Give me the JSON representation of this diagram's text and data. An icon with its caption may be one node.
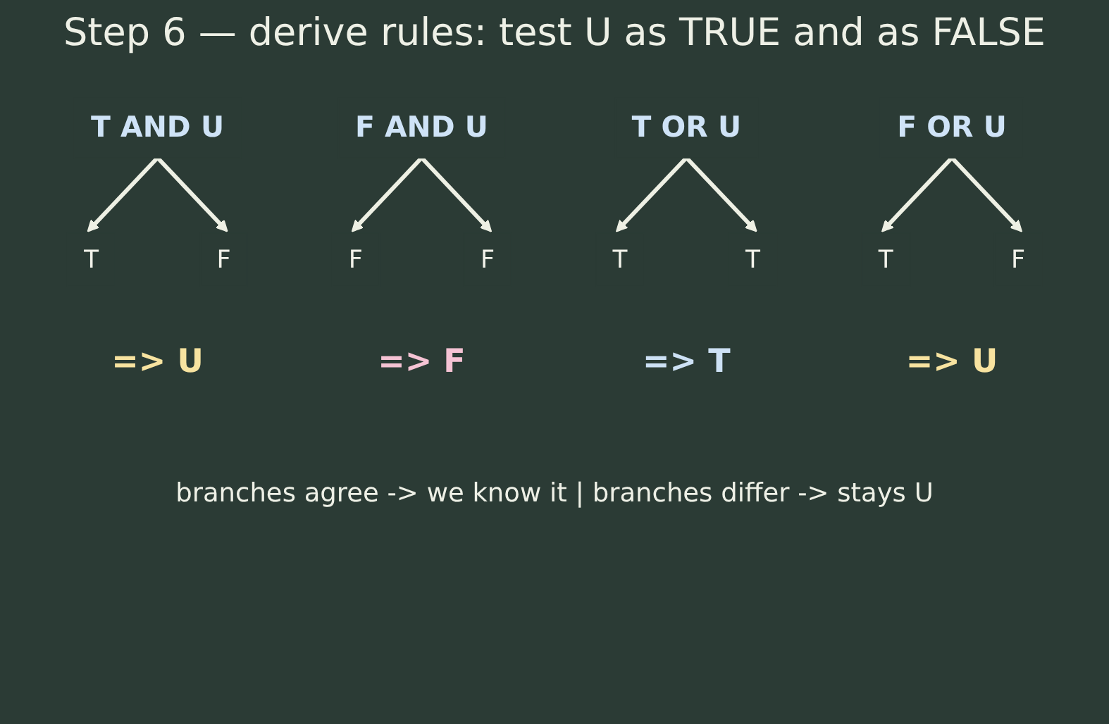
{
  "diagram": {
    "title": "Step 6 — derive rules: test U as TRUE and as FALSE",
    "nodes": [
      {
        "text": [
          "T AND U"
        ]
      },
      {
        "text": [
          "F AND U"
        ]
      },
      {
        "text": [
          "T OR U"
        ]
      },
      {
        "text": [
          "F OR U"
        ]
      },
      {
        "text": [
          "T"
        ]
      },
      {
        "text": [
          "F"
        ]
      },
      {
        "text": [
          "F"
        ]
      },
      {
        "text": [
          "F"
        ]
      },
      {
        "text": [
          "T"
        ]
      },
      {
        "text": [
          "T"
        ]
      },
      {
        "text": [
          "T"
        ]
      },
      {
        "text": [
          "F"
        ]
      }
    ],
    "edges": [
      {
        "from": 0,
        "to": 4,
        "arrow": "to"
      },
      {
        "from": 0,
        "to": 5,
        "arrow": "to"
      },
      {
        "from": 1,
        "to": 6,
        "arrow": "to"
      },
      {
        "from": 1,
        "to": 7,
        "arrow": "to"
      },
      {
        "from": 2,
        "to": 8,
        "arrow": "to"
      },
      {
        "from": 2,
        "to": 9,
        "arrow": "to"
      },
      {
        "from": 3,
        "to": 10,
        "arrow": "to"
      },
      {
        "from": 3,
        "to": 11,
        "arrow": "to"
      }
    ],
    "labels": [
      "=> U",
      "=> F",
      "=> T",
      "=> U",
      "branches agree -> we know it | branches differ -> stays U"
    ]
  }
}
